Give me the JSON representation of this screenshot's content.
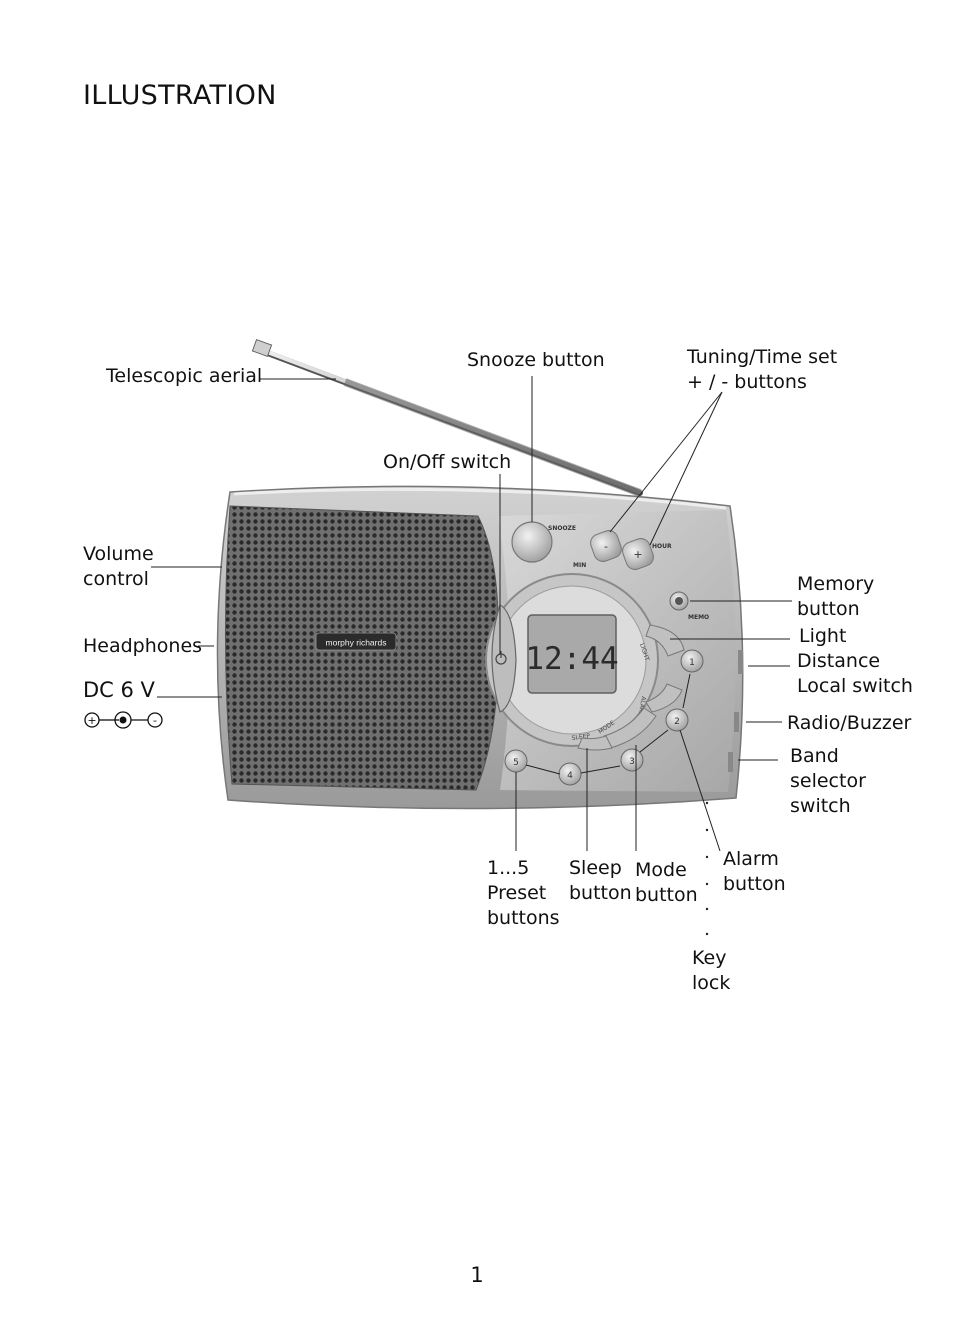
{
  "page": {
    "heading": "ILLUSTRATION",
    "page_number": "1"
  },
  "device": {
    "brand": "morphy richards",
    "display_time": "12:44",
    "button_marks": {
      "snooze": "SNOOZE",
      "min": "MIN",
      "hour": "HOUR",
      "memo": "MEMO",
      "minus": "-",
      "plus": "+",
      "p1": "1",
      "p2": "2",
      "p3": "3",
      "p4": "4",
      "p5": "5",
      "sleep": "SLEEP",
      "mode": "MODE",
      "alarm": "ALARM",
      "light": "LIGHT"
    }
  },
  "labels": {
    "telescopic_aerial": "Telescopic aerial",
    "snooze_button": "Snooze button",
    "tuning_line1": "Tuning/Time set",
    "tuning_line2": "+ / - buttons",
    "onoff_switch": "On/Off switch",
    "volume_line1": "Volume",
    "volume_line2": "control",
    "memory_line1": "Memory",
    "memory_line2": "button",
    "light": "Light",
    "distance_line1": "Distance",
    "distance_line2": "Local switch",
    "headphones": "Headphones",
    "dc": "DC 6 V",
    "dc_plus": "+",
    "dc_minus": "-",
    "radio_buzzer": "Radio/Buzzer",
    "band_line1": "Band",
    "band_line2": "selector",
    "band_line3": "switch",
    "preset_line1": "1...5",
    "preset_line2": "Preset",
    "preset_line3": "buttons",
    "sleep_line1": "Sleep",
    "sleep_line2": "button",
    "mode_line1": "Mode",
    "mode_line2": "button",
    "alarm_line1": "Alarm",
    "alarm_line2": "button",
    "key_line1": "Key",
    "key_line2": "lock"
  }
}
